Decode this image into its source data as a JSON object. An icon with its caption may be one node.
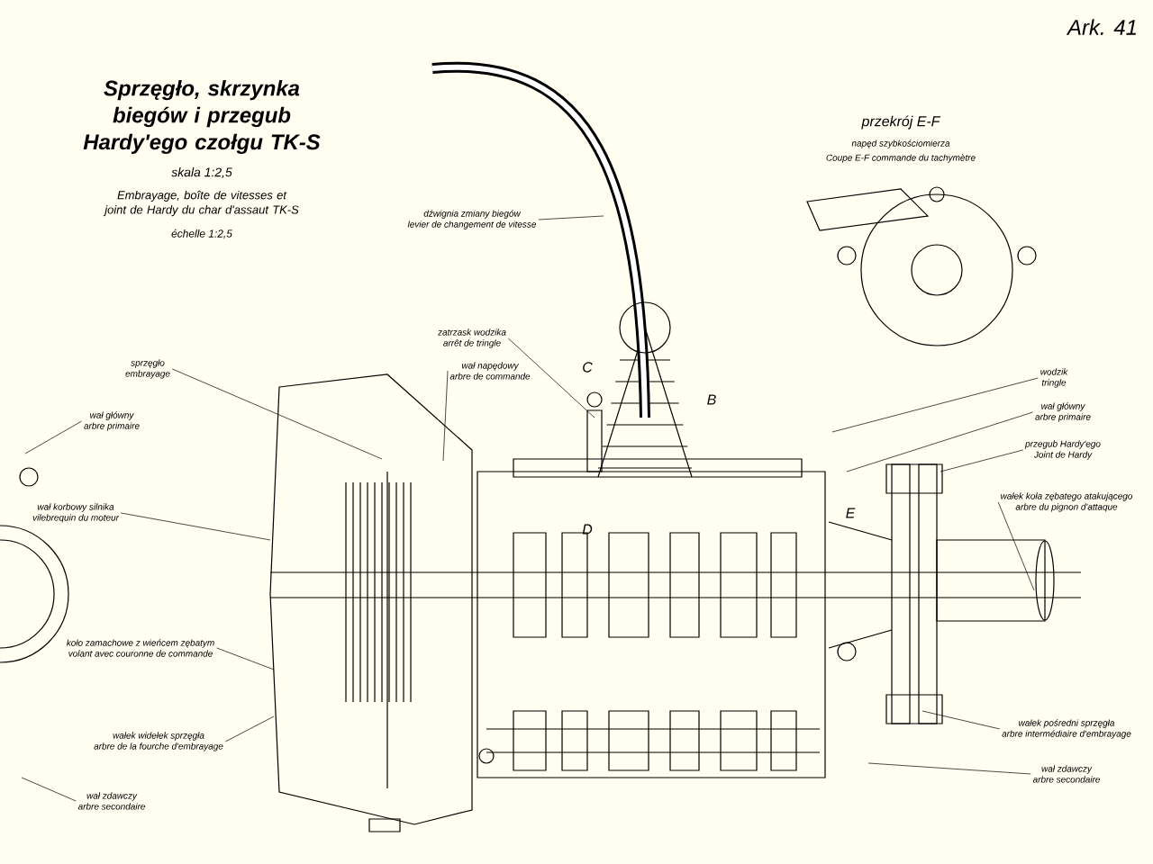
{
  "diagram": {
    "title": "Sprzęgło, skrzynka biegów i przegub Hardy'ego czołgu TK-S",
    "nodes": [
      {
        "text": [
          "sprzęgło",
          "embrayage"
        ]
      },
      {
        "text": [
          "wał główny",
          "arbre primaire"
        ]
      },
      {
        "text": [
          "wał korbowy silnika",
          "vilebrequin du moteur"
        ]
      },
      {
        "text": [
          "koło zamachowe z wieńcem zębatym",
          "volant avec couronne de commande"
        ]
      },
      {
        "text": [
          "wałek widełek sprzęgła",
          "arbre de la fourche d'embrayage"
        ]
      },
      {
        "text": [
          "wał zdawczy",
          "arbre secondaire"
        ]
      },
      {
        "text": [
          "dźwignia zmiany biegów",
          "levier de changement de vitesse"
        ]
      },
      {
        "text": [
          "zatrzask wodzika",
          "arrêt de tringle"
        ]
      },
      {
        "text": [
          "wał napędowy",
          "arbre de commande"
        ]
      },
      {
        "text": [
          "wodzik",
          "tringle"
        ]
      },
      {
        "text": [
          "wał główny",
          "arbre primaire"
        ]
      },
      {
        "text": [
          "przegub Hardy'ego",
          "Joint de Hardy"
        ]
      },
      {
        "text": [
          "wałek koła zębatego atakującego",
          "arbre du pignon d'attaque"
        ]
      },
      {
        "text": [
          "wałek pośredni sprzęgła",
          "arbre intermédiaire d'embrayage"
        ]
      },
      {
        "text": [
          "wał zdawczy",
          "arbre secondaire"
        ]
      }
    ],
    "edges": [
      {
        "from": 0,
        "to": null,
        "arrow": "none"
      },
      {
        "from": 1,
        "to": null,
        "arrow": "none"
      },
      {
        "from": 2,
        "to": null,
        "arrow": "none"
      },
      {
        "from": 3,
        "to": null,
        "arrow": "none"
      },
      {
        "from": 4,
        "to": null,
        "arrow": "none"
      },
      {
        "from": 5,
        "to": null,
        "arrow": "none"
      },
      {
        "from": 6,
        "to": null,
        "arrow": "none"
      },
      {
        "from": 7,
        "to": null,
        "arrow": "none"
      },
      {
        "from": 8,
        "to": null,
        "arrow": "none"
      },
      {
        "from": 9,
        "to": null,
        "arrow": "none"
      },
      {
        "from": 10,
        "to": null,
        "arrow": "none"
      },
      {
        "from": 11,
        "to": null,
        "arrow": "none"
      },
      {
        "from": 12,
        "to": null,
        "arrow": "none"
      },
      {
        "from": 13,
        "to": null,
        "arrow": "none"
      },
      {
        "from": 14,
        "to": null,
        "arrow": "none"
      }
    ],
    "labels": [
      "Ark. 41",
      "skala 1:2,5",
      "Embrayage, boîte de vitesses et joint de Hardy du char d'assaut TK-S",
      "échelle 1:2,5",
      "przekrój E-F",
      "napęd szybkościomierza",
      "Coupe E-F commande du tachymètre",
      "C",
      "D",
      "B",
      "E"
    ]
  }
}
